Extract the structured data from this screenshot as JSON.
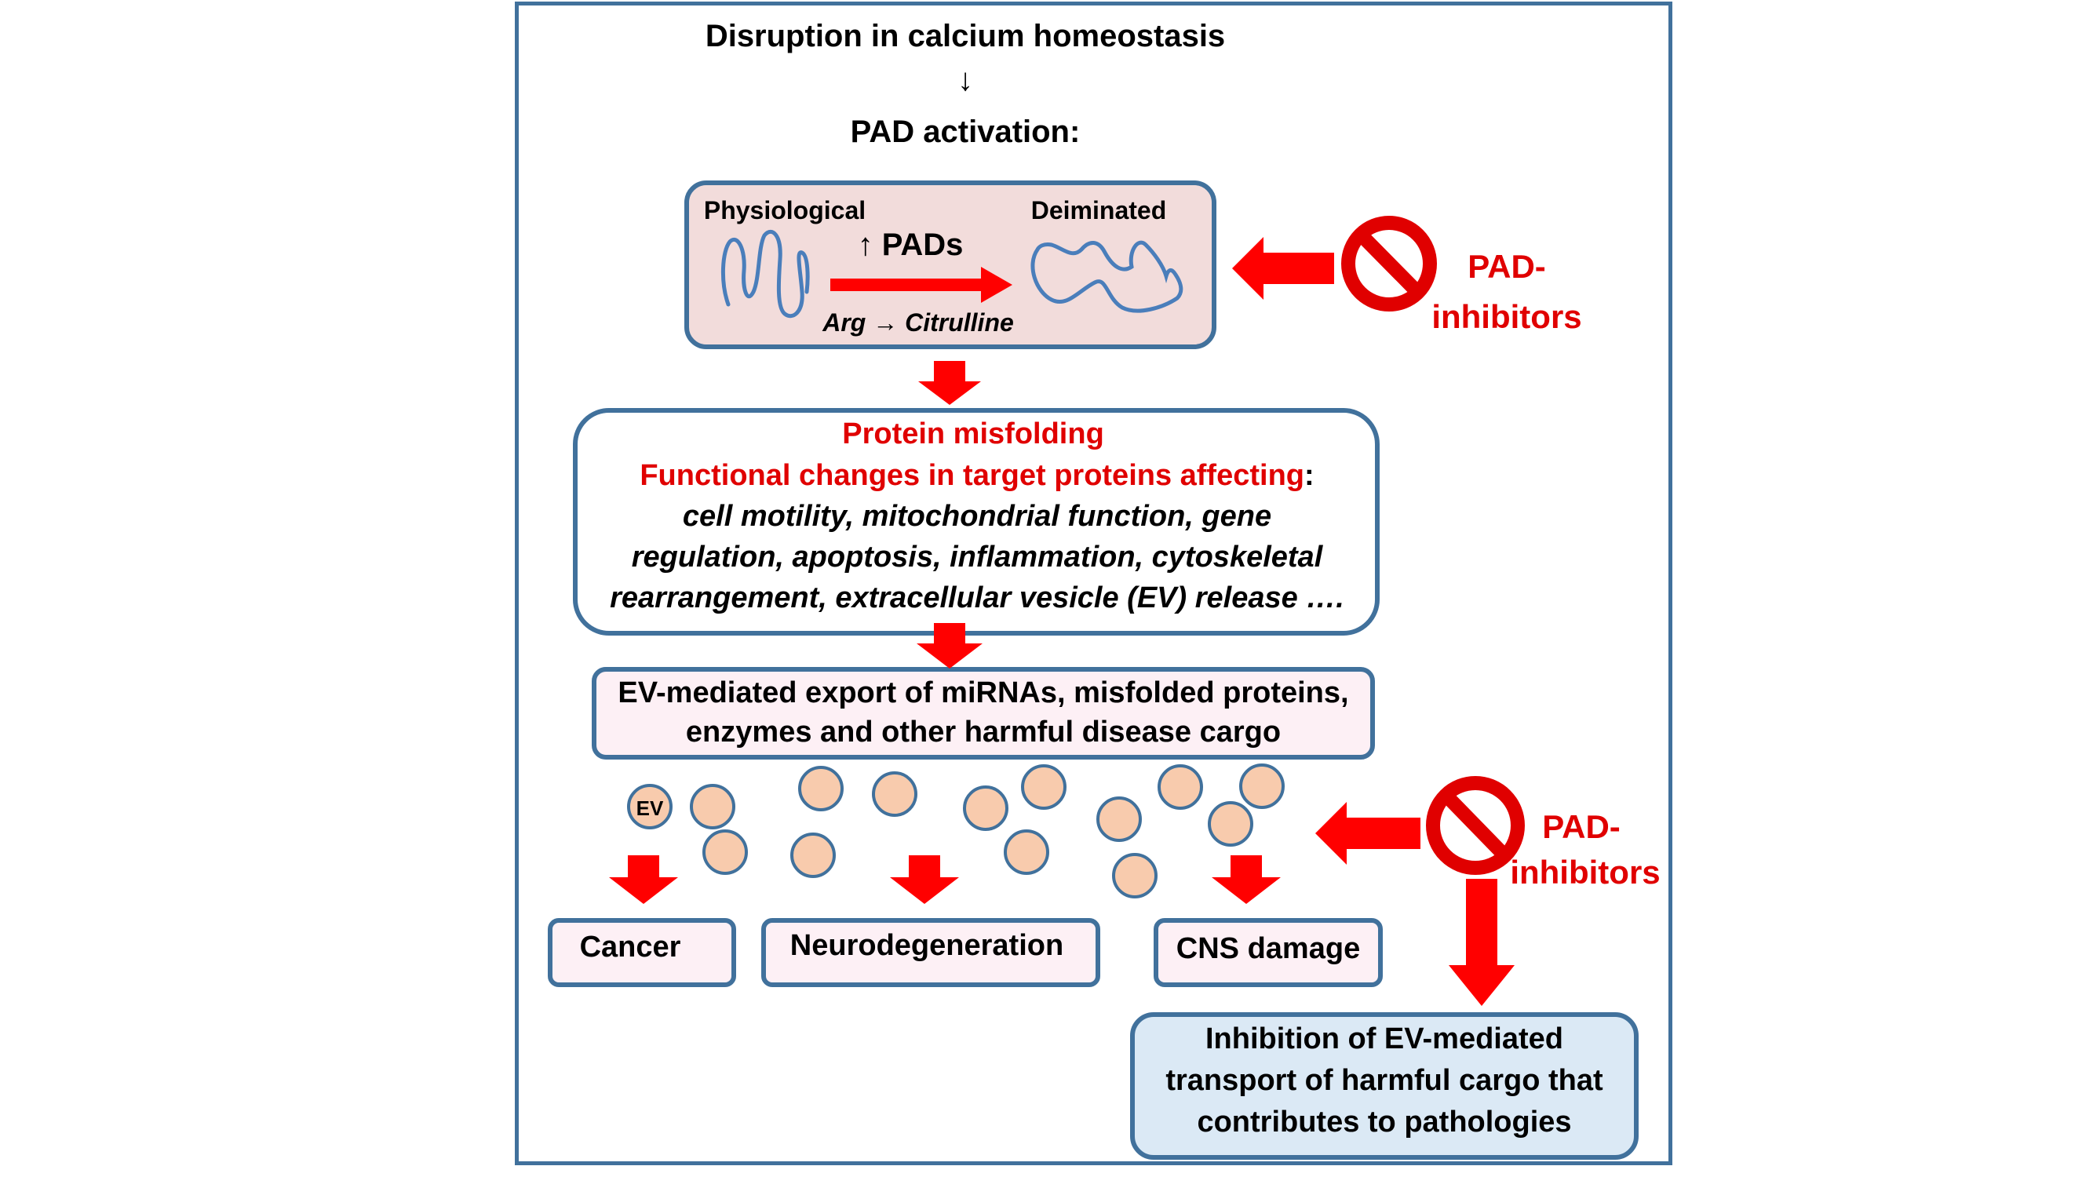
{
  "header": {
    "line1": "Disruption in calcium homeostasis",
    "arrow": "↓",
    "line2": "PAD activation:"
  },
  "pad_box": {
    "left_label": "Physiological",
    "right_label": "Deiminated",
    "pads_label": "↑ PADs",
    "reaction_label": "Arg → Citrulline"
  },
  "inhibitor_top": {
    "label_line1": "PAD-",
    "label_line2": "inhibitors"
  },
  "effects_box": {
    "title": "Protein misfolding",
    "subtitle": "Functional changes in target proteins affecting",
    "subtitle_suffix": ":",
    "line1": "cell motility, mitochondrial function, gene",
    "line2": "regulation,  apoptosis, inflammation, cytoskeletal",
    "line3": "rearrangement, extracellular vesicle (EV) release …."
  },
  "export_box": {
    "line1": "EV-mediated export of miRNAs, misfolded proteins,",
    "line2": "enzymes and other harmful disease cargo"
  },
  "ev_label": "EV",
  "outcomes": {
    "cancer": "Cancer",
    "neuro": "Neurodegeneration",
    "cns": "CNS damage"
  },
  "inhibitor_bottom": {
    "label_line1": "PAD-",
    "label_line2": "inhibitors"
  },
  "inhibition_box": {
    "line1": "Inhibition of EV-mediated",
    "line2": "transport of harmful cargo that",
    "line3": "contributes to pathologies"
  },
  "colors": {
    "border_blue": "#41719c",
    "arrow_red": "#ff0000",
    "text_red": "#e00000",
    "pad_box_fill": "#f2dcdb",
    "pink_fill": "#fdf0f5",
    "light_blue_fill": "#dbe9f5",
    "vesicle_fill": "#f8cbad",
    "protein_line": "#4a7ebb"
  }
}
